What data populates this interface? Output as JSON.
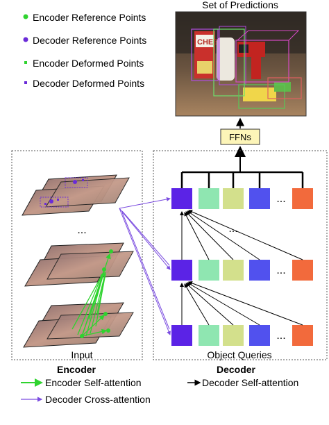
{
  "legend_top": {
    "items": [
      {
        "label": "Encoder Reference Points",
        "color": "#2fd32f",
        "marker": "dot"
      },
      {
        "label": "Decoder Reference Points",
        "color": "#6a2bd8",
        "marker": "dot"
      },
      {
        "label": "Encoder Deformed Points",
        "color": "#2fd32f",
        "marker": "small-square"
      },
      {
        "label": "Decoder Deformed Points",
        "color": "#6a2bd8",
        "marker": "small-square"
      }
    ]
  },
  "predictions": {
    "title": "Set of Predictions",
    "cereal_text": "CHEE"
  },
  "ffns_label": "FFNs",
  "input_label": "Input",
  "encoder_label": "Encoder",
  "decoder_label": "Decoder",
  "object_queries_label": "Object Queries",
  "ellipsis": "...",
  "bottom_legend": {
    "encoder_self": "Encoder Self-attention",
    "decoder_self": "Decoder Self-attention",
    "decoder_cross": "Decoder Cross-attention"
  },
  "colors": {
    "query": [
      "#5b23e6",
      "#8fe6b1",
      "#d3e08c",
      "#5151ee",
      "#f26a3c"
    ],
    "ffn_fill": "#fdf5b8",
    "encoder_arrow": "#2fd32f",
    "cross_arrow": "#7a4be0",
    "dashed_border": "#555555"
  }
}
